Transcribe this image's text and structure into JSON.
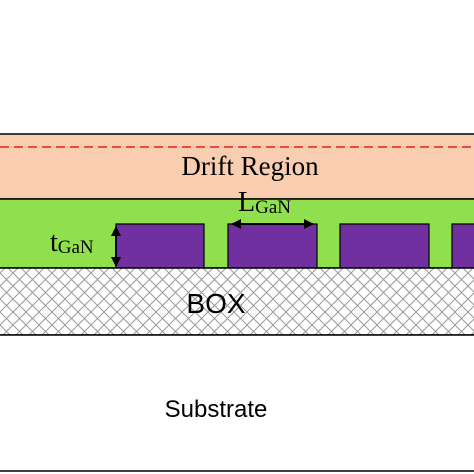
{
  "diagram": {
    "layers": {
      "drift_region": {
        "label": "Drift Region",
        "color": "#F9CDB0"
      },
      "gan_layer": {
        "color": "#8FE04C",
        "buried_block_color": "#7030A0"
      },
      "box": {
        "label": "BOX",
        "pattern": "cross-hatch",
        "line_color": "#9a9a9a"
      },
      "substrate": {
        "label": "Substrate",
        "color": "#ffffff"
      }
    },
    "dashed_line_color": "#E2231A",
    "dimensions": {
      "length": {
        "main": "L",
        "subscript": "GaN"
      },
      "thickness": {
        "main": "t",
        "subscript": "GaN"
      }
    }
  }
}
